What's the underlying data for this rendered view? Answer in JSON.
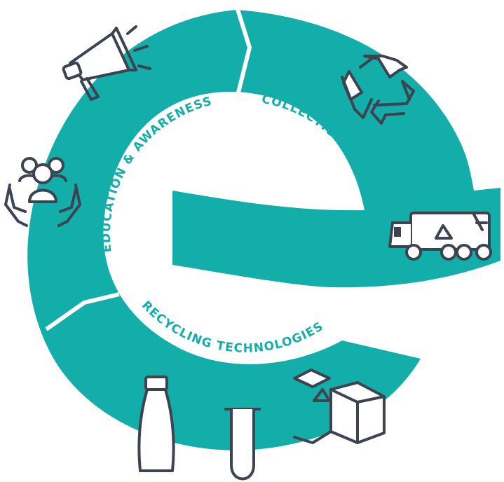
{
  "colors": {
    "teal": "#13aeaa",
    "icon_stroke": "#3b4450",
    "background": "#ffffff"
  },
  "segments": [
    {
      "label": "EDUCATION & AWARENESS",
      "icons": [
        "megaphone-icon",
        "community-hands-icon"
      ]
    },
    {
      "label": "COLLECTION SYSTEMS",
      "icons": [
        "recycle-arrows-icon",
        "recycling-truck-icon"
      ]
    },
    {
      "label": "RECYCLING TECHNOLOGIES",
      "icons": [
        "bottle-icon",
        "test-tube-icon",
        "recycle-box-icon"
      ]
    }
  ]
}
